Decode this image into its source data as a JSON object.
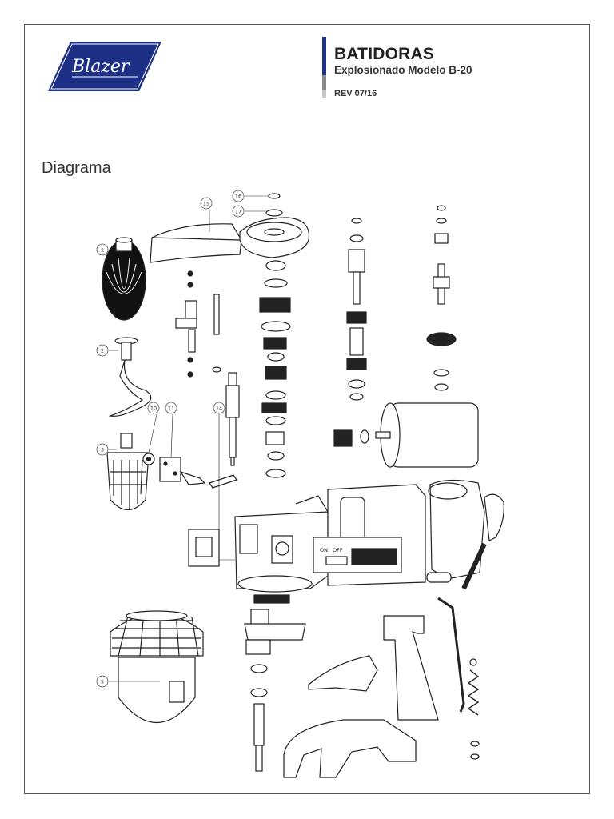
{
  "brand": {
    "logo_text": "Blazer"
  },
  "header": {
    "title": "BATIDORAS",
    "subtitle": "Explosionado Modelo B-20",
    "revision": "REV 07/16"
  },
  "section": {
    "title": "Diagrama"
  },
  "diagram": {
    "callouts": [
      "1",
      "2",
      "3",
      "5",
      "10",
      "11",
      "14",
      "15",
      "16",
      "17"
    ],
    "switch_labels": {
      "on": "ON",
      "off": "OFF"
    }
  },
  "colors": {
    "brand_blue": "#1e2f86",
    "line": "#222222",
    "bar_gray": "#8a8a8a"
  }
}
